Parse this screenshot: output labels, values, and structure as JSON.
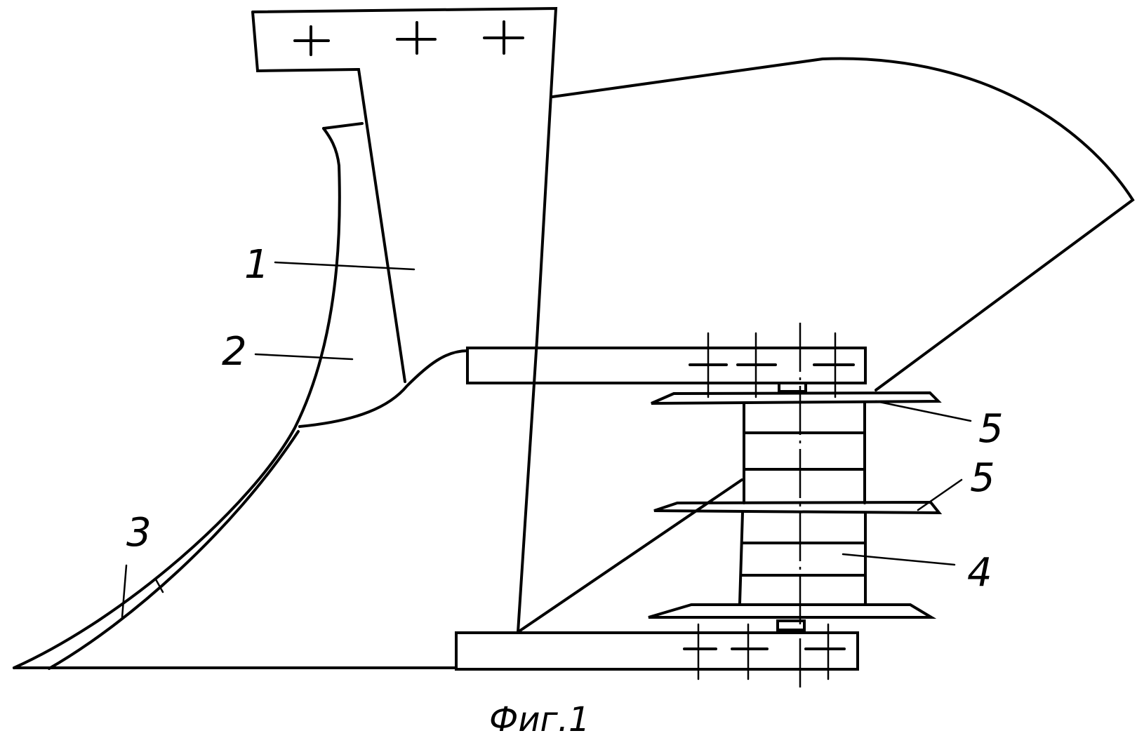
{
  "figure": {
    "caption": "Фиг.1",
    "callouts": [
      {
        "id": "1",
        "label": "1"
      },
      {
        "id": "2",
        "label": "2"
      },
      {
        "id": "3",
        "label": "3"
      },
      {
        "id": "4",
        "label": "4"
      },
      {
        "id": "5a",
        "label": "5"
      },
      {
        "id": "5b",
        "label": "5"
      }
    ],
    "line_color": "#000000",
    "background": "#ffffff"
  }
}
